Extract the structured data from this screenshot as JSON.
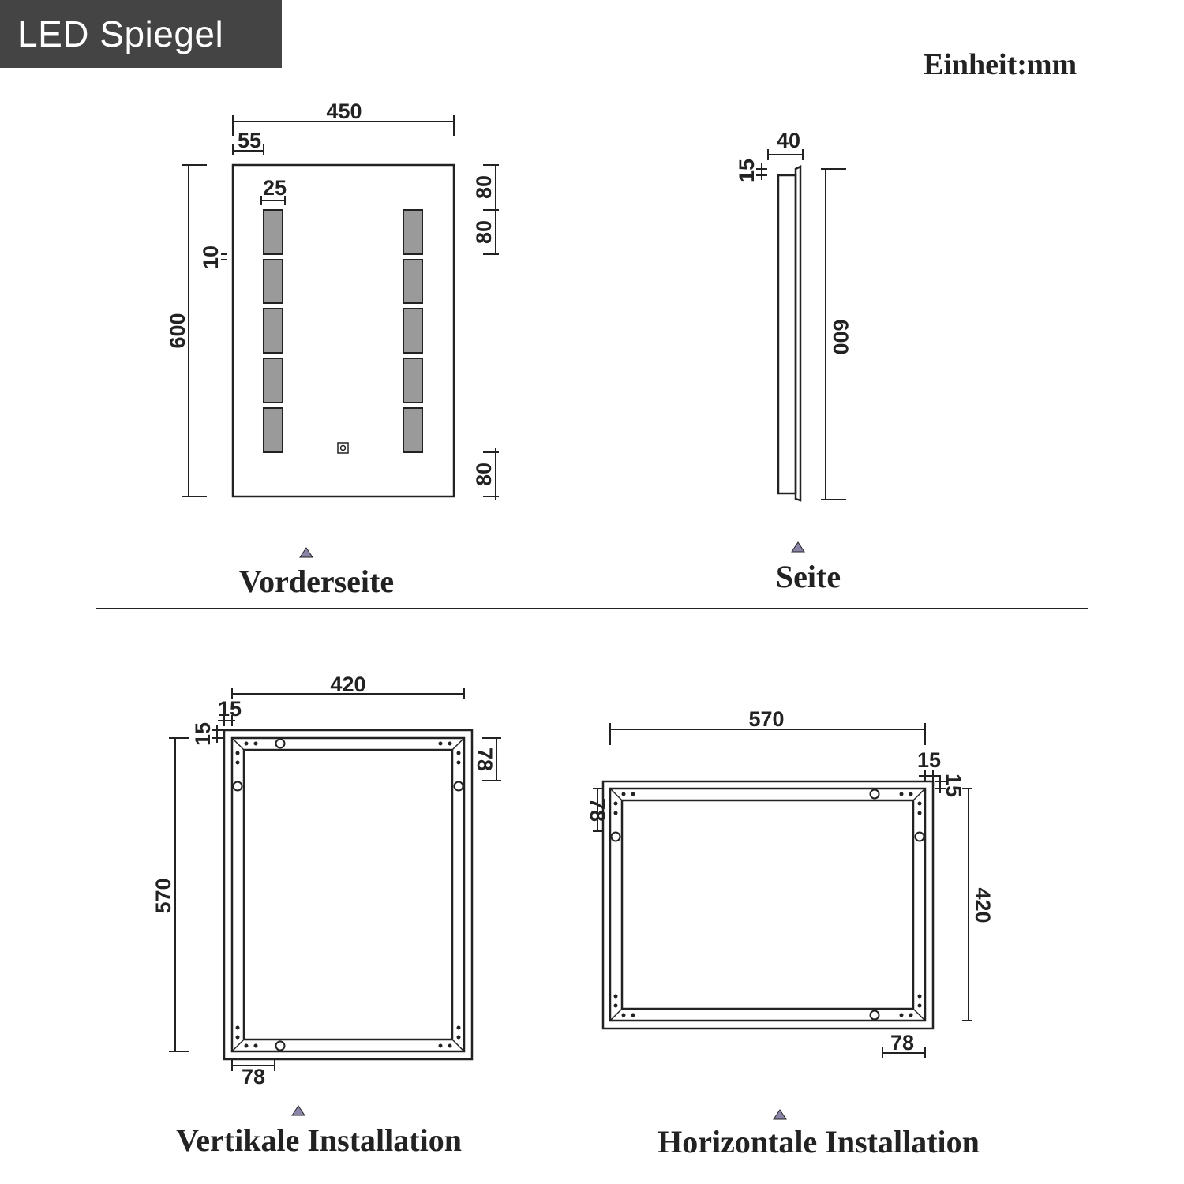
{
  "title": "LED Spiegel",
  "unit_label": "Einheit:mm",
  "colors": {
    "line": "#222222",
    "panel": "#9a9a9a",
    "badge": "#444444",
    "marker": "#8a84a8"
  },
  "views": {
    "front": {
      "label": "Vorderseite",
      "dims": {
        "width": "450",
        "offset_left": "55",
        "led_width": "25",
        "gap": "10",
        "height": "600",
        "top_margin": "80",
        "segment": "80",
        "bottom_margin": "80"
      }
    },
    "side": {
      "label": "Seite",
      "dims": {
        "depth": "40",
        "edge": "15",
        "height": "600"
      }
    },
    "vertical": {
      "label": "Vertikale Installation",
      "dims": {
        "width": "420",
        "edge_x": "15",
        "edge_y": "15",
        "height": "570",
        "rail_right": "78",
        "rail_bottom": "78"
      }
    },
    "horizontal": {
      "label": "Horizontale Installation",
      "dims": {
        "width": "570",
        "edge_x": "15",
        "edge_y": "15",
        "height": "420",
        "rail_left": "78",
        "rail_bottom": "78"
      }
    }
  }
}
